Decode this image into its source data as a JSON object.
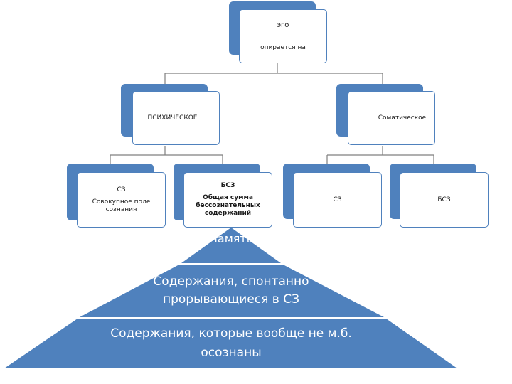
{
  "top": {
    "title": "эго",
    "subtitle": "опирается на"
  },
  "level2": {
    "left": {
      "label": "ПСИХИЧЕСКОЕ"
    },
    "right": {
      "label": "Соматическое"
    }
  },
  "level3": {
    "sz": {
      "title": "СЗ",
      "desc": "Совокупное поле сознания"
    },
    "bsz": {
      "title": "БСЗ",
      "desc": "Общая сумма бессознательных содержаний"
    },
    "soma_sz": {
      "title": "СЗ"
    },
    "soma_bsz": {
      "title": "БСЗ"
    }
  },
  "pyramid": {
    "tier1": "Память",
    "tier2": "Содержания, спонтанно прорывающиеся в СЗ",
    "tier3": "Содержания, которые вообще не м.б. осознаны"
  },
  "colors": {
    "accent": "#4f81bd",
    "connector": "#7f7f7f"
  }
}
